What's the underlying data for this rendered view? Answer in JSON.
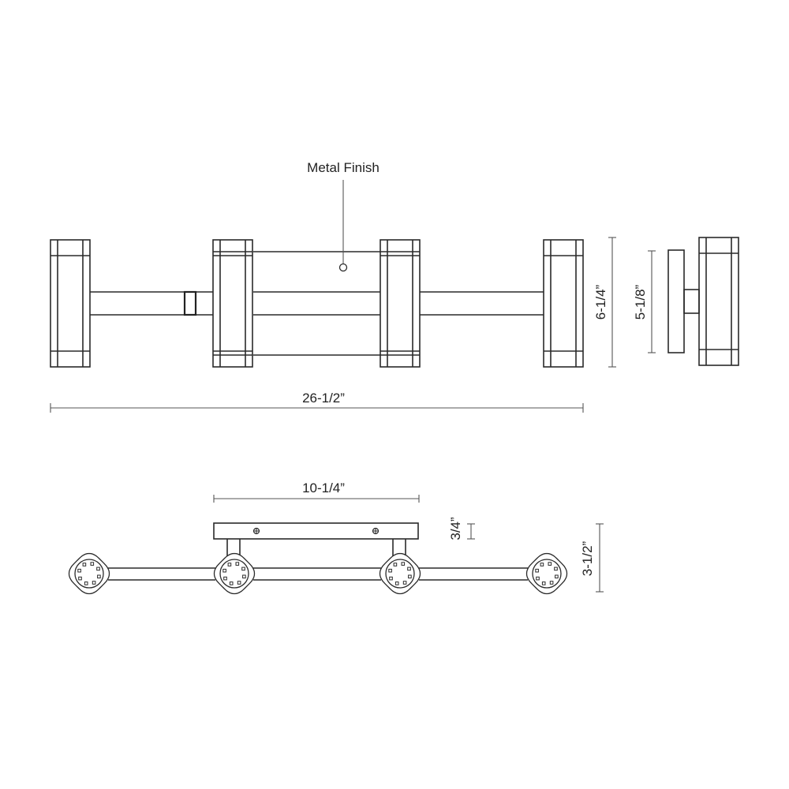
{
  "callout": {
    "label": "Metal Finish"
  },
  "dimensions": {
    "overall_width": "26-1/2”",
    "overall_height": "6-1/4”",
    "backplate_height": "5-1/8”",
    "canopy_width": "10-1/4”",
    "canopy_depth": "3/4”",
    "overall_depth": "3-1/2”"
  },
  "colors": {
    "line": "#2a2a2a",
    "background": "#ffffff"
  }
}
